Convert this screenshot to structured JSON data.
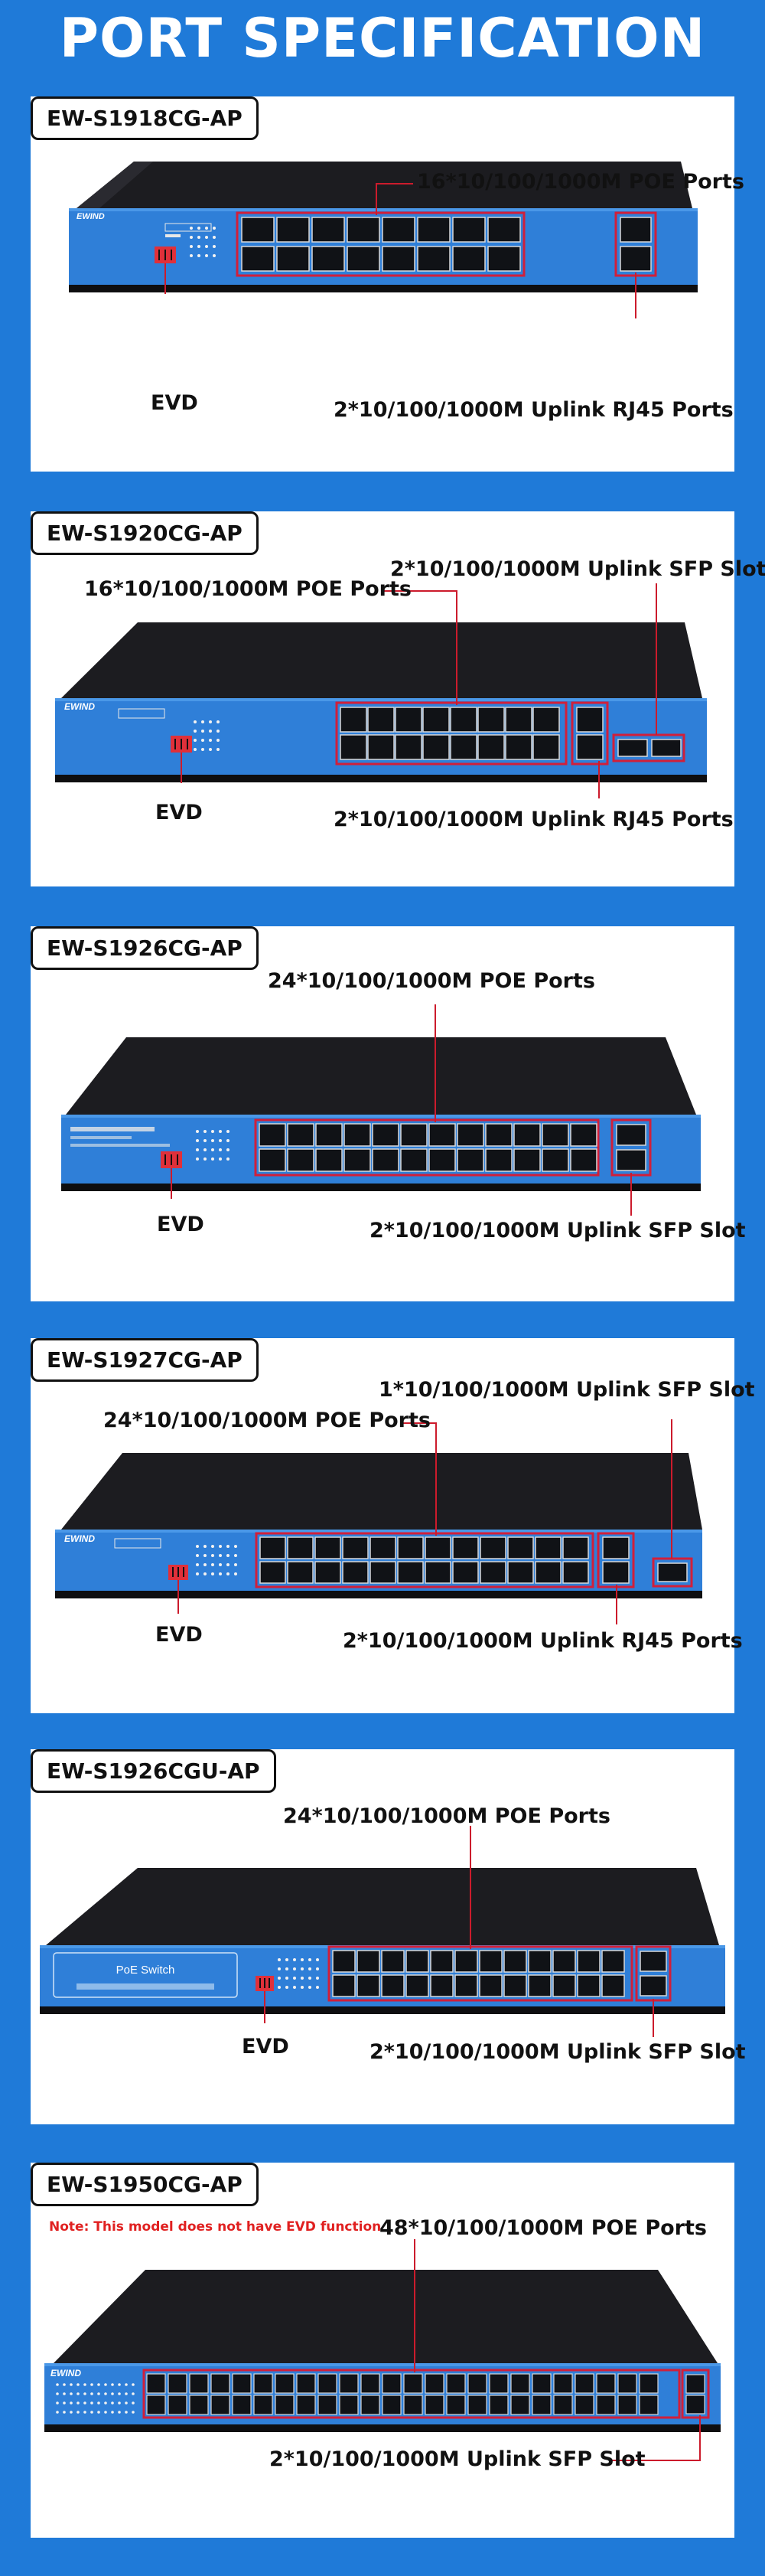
{
  "title": "PORT SPECIFICATION",
  "brand": "EWIND",
  "sections": [
    {
      "model": "EW-S1918CG-AP",
      "labels": {
        "poe": "16*10/100/1000M POE Ports",
        "rj45": "2*10/100/1000M Uplink RJ45 Ports",
        "evd": "EVD"
      }
    },
    {
      "model": "EW-S1920CG-AP",
      "labels": {
        "sfp": "2*10/100/1000M Uplink SFP Slot",
        "poe": "16*10/100/1000M POE Ports",
        "rj45": "2*10/100/1000M Uplink RJ45 Ports",
        "evd": "EVD"
      }
    },
    {
      "model": "EW-S1926CG-AP",
      "labels": {
        "poe": "24*10/100/1000M POE Ports",
        "sfp": "2*10/100/1000M Uplink SFP Slot",
        "evd": "EVD"
      }
    },
    {
      "model": "EW-S1927CG-AP",
      "labels": {
        "sfp": "1*10/100/1000M Uplink SFP Slot",
        "poe": "24*10/100/1000M POE Ports",
        "rj45": "2*10/100/1000M Uplink RJ45 Ports",
        "evd": "EVD"
      }
    },
    {
      "model": "EW-S1926CGU-AP",
      "labels": {
        "poe": "24*10/100/1000M POE Ports",
        "sfp": "2*10/100/1000M Uplink SFP Slot",
        "evd": "EVD"
      },
      "panel_text": "PoE Switch"
    },
    {
      "model": "EW-S1950CG-AP",
      "note": "Note: This model does not have EVD function",
      "labels": {
        "poe": "48*10/100/1000M POE Ports",
        "sfp": "2*10/100/1000M Uplink SFP Slot"
      }
    }
  ],
  "colors": {
    "background": "#1f7ad8",
    "panel": "#2f7fd8",
    "top": "#1b1b1f",
    "port": "#101216",
    "highlight": "#d11f3a",
    "evd": "#e0303a"
  }
}
